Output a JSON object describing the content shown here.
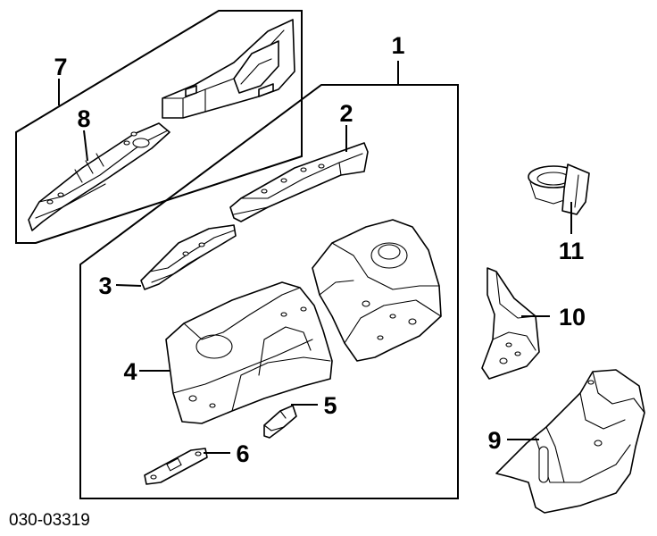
{
  "diagram_code": "030-03319",
  "callouts": {
    "c1": "1",
    "c2": "2",
    "c3": "3",
    "c4": "4",
    "c5": "5",
    "c6": "6",
    "c7": "7",
    "c8": "8",
    "c9": "9",
    "c10": "10",
    "c11": "11"
  },
  "colors": {
    "line": "#000000",
    "background": "#ffffff"
  }
}
